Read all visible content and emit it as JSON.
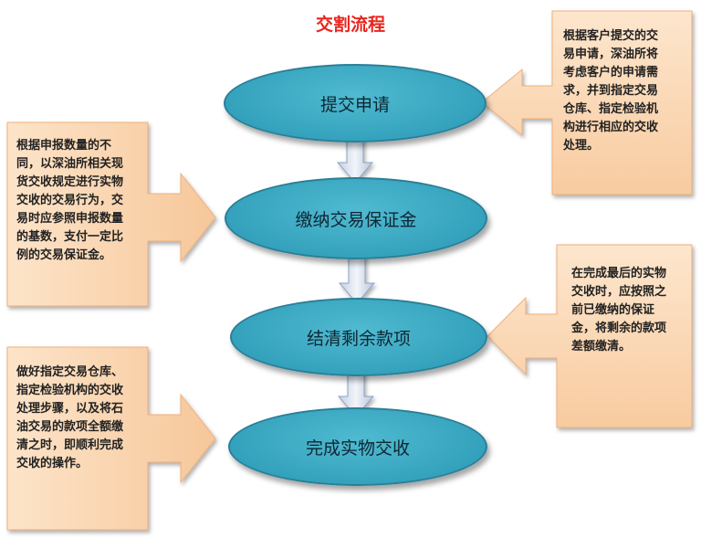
{
  "title": "交割流程",
  "steps": [
    {
      "label": "提交申请"
    },
    {
      "label": "缴纳交易保证金"
    },
    {
      "label": "结清剩余款项"
    },
    {
      "label": "完成实物交收"
    }
  ],
  "callouts": [
    {
      "side": "right",
      "lines": [
        "根据客户提交的交",
        "易申请，深油所将",
        "考虑客户的申请需",
        "求，并到指定交易",
        "仓库、指定检验机",
        "构进行相应的交收",
        "处理。"
      ]
    },
    {
      "side": "left",
      "lines": [
        "根据申报数量的不",
        "同，以深油所相关现",
        "货交收规定进行实物",
        "交收的交易行为，交",
        "易时应参照申报数量",
        "的基数，支付一定比",
        "例的交易保证金。"
      ]
    },
    {
      "side": "right",
      "lines": [
        "在完成最后的实物",
        "交收时，应按照之",
        "前已缴纳的保证",
        "金，将剩余的款项",
        "差额缴清。"
      ]
    },
    {
      "side": "left",
      "lines": [
        "做好指定交易仓库、",
        "指定检验机构的交收",
        "处理步骤，以及将石",
        "油交易的款项全额缴",
        "清之时，即顺利完成",
        "交收的操作。"
      ]
    }
  ],
  "colors": {
    "title": "#e8261e",
    "ellipse_fill": "#35a2bd",
    "callout_fill": "#fbd9b6",
    "arrow_fill": "#d7e0ee"
  }
}
